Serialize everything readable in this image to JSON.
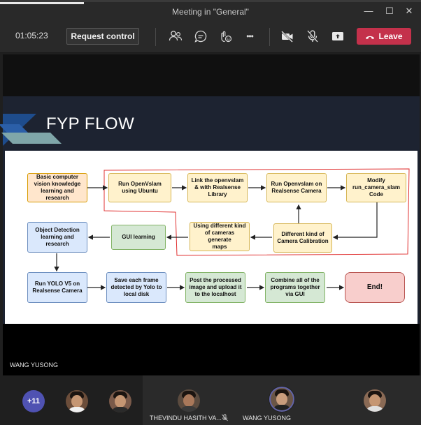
{
  "window": {
    "title": "Meeting in \"General\"",
    "minimize": "—",
    "maximize": "☐",
    "close": "✕"
  },
  "toolbar": {
    "timer": "01:05:23",
    "request_control": "Request control",
    "more": "•••",
    "leave": "Leave",
    "icons": [
      "people-icon",
      "chat-icon",
      "reactions-icon",
      "more-icon",
      "camera-off-icon",
      "mic-off-icon",
      "share-icon",
      "phone-icon"
    ],
    "leave_color": "#c4314b"
  },
  "slide": {
    "title": "FYP FLOW"
  },
  "flow": {
    "basic": "Basic computer\nvision knowledge\nlearning and\nresearch",
    "run_openvslam": "Run OpenVslam\nusing Ubuntu",
    "link": "Link the openvslam\n& with Realsense\nLibrary",
    "run_realsense": "Run Openvslam on\nRealsense Camera",
    "modify": "Modify\nrun_camera_slam\nCode",
    "object_detection": "Object Detection\nlearning and\nresearch",
    "gui_learning": "GUI learning",
    "different_cameras": "Using different kind\nof cameras generate\nmaps",
    "calibration": "Different kind of\nCamera Calibration",
    "yolo": "Run YOLO V5 on\nRealsense Camera",
    "save_frame": "Save each frame\ndetected by Yolo to\nlocal disk",
    "post_image": "Post the processed\nimage and upload it\nto the localhost",
    "combine": "Combine all of the\nprograms together\nvia GUI",
    "end": "End!"
  },
  "speaker": {
    "name": "WANG YUSONG"
  },
  "participants": {
    "overflow": "+11",
    "tiles": [
      {
        "name": ""
      },
      {
        "name": ""
      },
      {
        "name": "THEVINDU HASITH VA..."
      },
      {
        "name": "WANG YUSONG"
      },
      {
        "name": ""
      }
    ]
  }
}
